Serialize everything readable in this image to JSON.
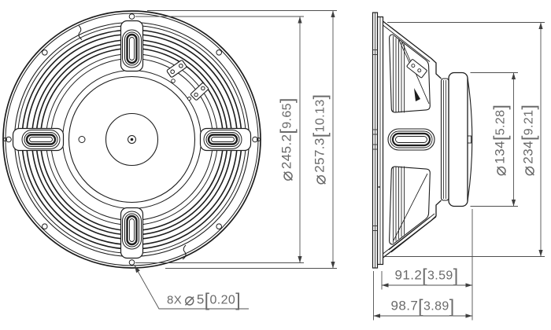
{
  "dimensions": {
    "bolt_circle": {
      "symbol": "⌀",
      "mm": "245.2",
      "bracket_open": "[",
      "inch": "9.65",
      "bracket_close": "]"
    },
    "outer_diameter": {
      "symbol": "⌀",
      "mm": "257.3",
      "bracket_open": "[",
      "inch": "10.13",
      "bracket_close": "]"
    },
    "magnet_diameter": {
      "symbol": "⌀",
      "mm": "134",
      "bracket_open": "[",
      "inch": "5.28",
      "bracket_close": "]"
    },
    "mounting_ring_diameter": {
      "symbol": "⌀",
      "mm": "234",
      "bracket_open": "[",
      "inch": "9.21",
      "bracket_close": "]"
    },
    "mounting_depth": {
      "mm": "91.2",
      "bracket_open": "[",
      "inch": "3.59",
      "bracket_close": "]"
    },
    "overall_depth": {
      "mm": "98.7",
      "bracket_open": "[",
      "inch": "3.89",
      "bracket_close": "]"
    },
    "mounting_holes": {
      "count": "8X",
      "symbol": "⌀",
      "mm": "5",
      "bracket_open": "[",
      "inch": "0.20",
      "bracket_close": "]"
    }
  },
  "colors": {
    "background": "#ffffff",
    "line": "#1d1d1d",
    "dimension_line": "#4f4f4f",
    "label_text": "#6a6a6a"
  }
}
